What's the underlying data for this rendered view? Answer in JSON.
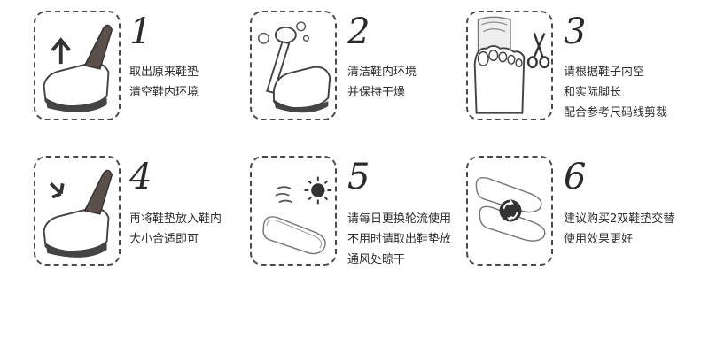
{
  "steps": [
    {
      "number": "1",
      "lines": [
        "取出原来鞋垫",
        "清空鞋内环境"
      ],
      "icon": "shoe-insole-remove-icon"
    },
    {
      "number": "2",
      "lines": [
        "清洁鞋内环境",
        "并保持干燥"
      ],
      "icon": "shoe-clean-brush-icon"
    },
    {
      "number": "3",
      "lines": [
        "请根据鞋子内空",
        "和实际脚长",
        "配合参考尺码线剪裁"
      ],
      "icon": "foot-insole-scissors-icon"
    },
    {
      "number": "4",
      "lines": [
        "再将鞋垫放入鞋内",
        "大小合适即可"
      ],
      "icon": "shoe-insole-insert-icon"
    },
    {
      "number": "5",
      "lines": [
        "请每日更换轮流使用",
        "不用时请取出鞋垫放",
        "通风处晾干"
      ],
      "icon": "insole-sun-dry-icon"
    },
    {
      "number": "6",
      "lines": [
        "建议购买2双鞋垫交替",
        "使用效果更好"
      ],
      "icon": "insole-swap-icon"
    }
  ]
}
